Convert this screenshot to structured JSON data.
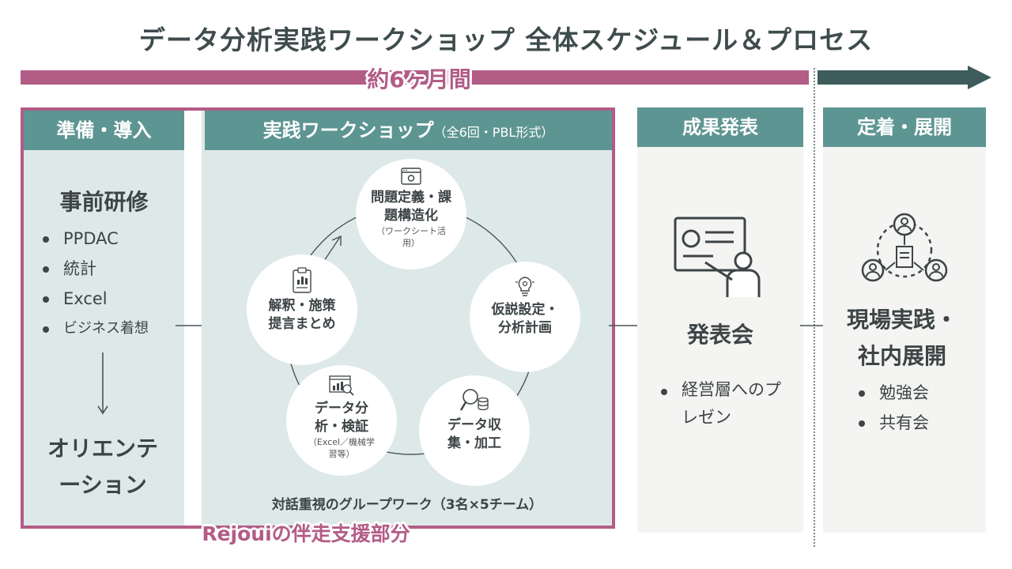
{
  "title": "データ分析実践ワークショップ 全体スケジュール＆プロセス",
  "timeline": {
    "duration_label": "約6ヶ月間"
  },
  "support_label": "Rejouiの伴走支援部分",
  "colors": {
    "accent_pink": "#b25c86",
    "header_teal": "#5d9592",
    "panel_teal": "#dde9e8",
    "panel_grey": "#f4f4f2",
    "arrow_dark": "#3e5c5c"
  },
  "phases": {
    "prep": {
      "header": "準備・導入",
      "training_title": "事前研修",
      "training_items": [
        "PPDAC",
        "統計",
        "Excel",
        "ビジネス着想"
      ],
      "orientation": "オリエンテーション"
    },
    "workshop": {
      "header": "実践ワークショップ",
      "header_sub": "（全6回・PBL形式）",
      "steps": [
        {
          "title": "問題定義・課題構造化",
          "sub": "（ワークシート活用）",
          "icon": "settings-window-icon"
        },
        {
          "title": "仮説設定・分析計画",
          "sub": "",
          "icon": "lightbulb-gear-icon"
        },
        {
          "title": "データ収集・加工",
          "sub": "",
          "icon": "magnifier-database-icon"
        },
        {
          "title": "データ分析・検証",
          "sub": "（Excel／機械学習等）",
          "icon": "chart-analysis-icon"
        },
        {
          "title": "解釈・施策提言まとめ",
          "sub": "",
          "icon": "clipboard-report-icon"
        }
      ],
      "footer": "対話重視のグループワーク（3名×5チーム）"
    },
    "presentation": {
      "header": "成果発表",
      "title": "発表会",
      "items": [
        "経営層へのプレゼン"
      ],
      "icon": "presenter-board-icon"
    },
    "deployment": {
      "header": "定着・展開",
      "title": "現場実践・社内展開",
      "items": [
        "勉強会",
        "共有会"
      ],
      "icon": "team-share-icon"
    }
  }
}
